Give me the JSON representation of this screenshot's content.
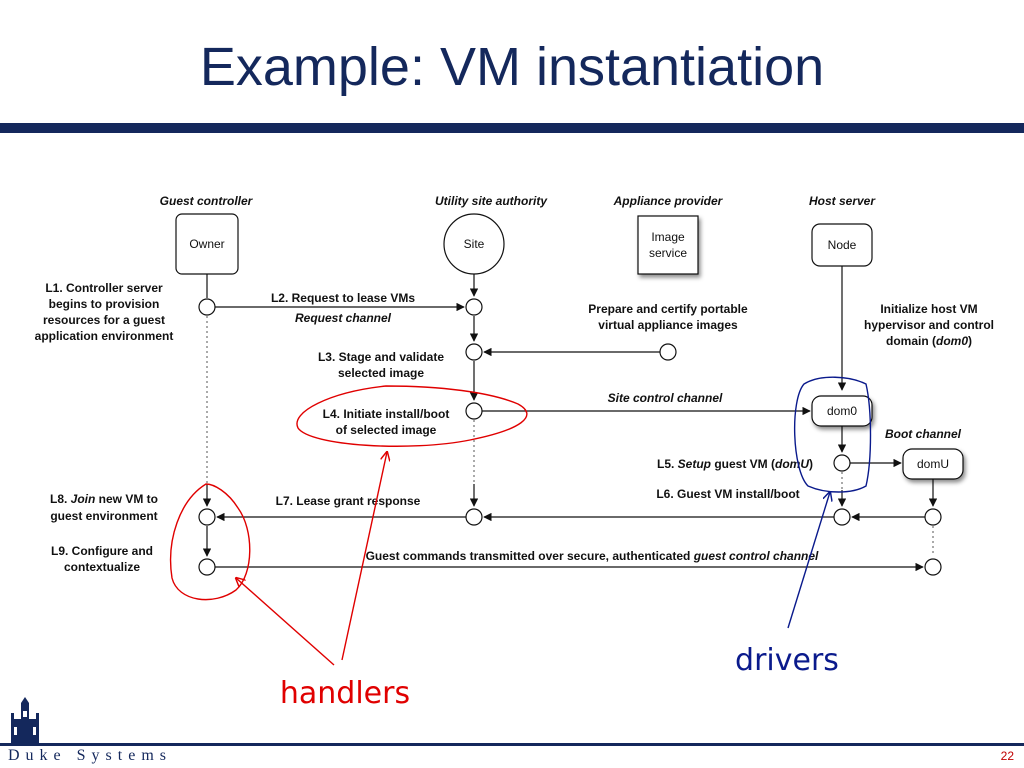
{
  "slide": {
    "title": "Example: VM instantiation",
    "footer_brand": "Duke Systems",
    "page_number": "22"
  },
  "diagram": {
    "columns": {
      "guest_controller": "Guest controller",
      "utility_site_authority": "Utility site authority",
      "appliance_provider": "Appliance provider",
      "host_server": "Host server"
    },
    "nodes": {
      "owner": "Owner",
      "site": "Site",
      "image_service": [
        "Image",
        "service"
      ],
      "node": "Node",
      "dom0": "dom0",
      "domU": "domU"
    },
    "steps": {
      "l1": [
        "L1. Controller server",
        "begins to provision",
        "resources for a guest",
        "application environment"
      ],
      "l2": "L2. Request to lease VMs",
      "l2_channel": "Request channel",
      "prepare": [
        "Prepare and certify portable",
        "virtual appliance images"
      ],
      "init_host": [
        "Initialize host VM",
        "hypervisor and control"
      ],
      "init_host_domain_prefix": "domain (",
      "init_host_domain_em": "dom0",
      "init_host_domain_suffix": ")",
      "l3": [
        "L3. Stage and validate",
        "selected image"
      ],
      "site_control_channel": "Site control channel",
      "l4": [
        "L4. Initiate install/boot",
        "of selected image"
      ],
      "boot_channel": "Boot channel",
      "l5_prefix": "L5. ",
      "l5_em": "Setup",
      "l5_mid": " guest VM (",
      "l5_em2": "domU",
      "l5_suffix": ")",
      "l6": "L6. Guest VM install/boot",
      "l7": "L7. Lease grant response",
      "l8_prefix": "L8. ",
      "l8_em": "Join",
      "l8_suffix": " new VM to",
      "l8_line2": "guest environment",
      "l9": [
        "L9. Configure and",
        "contextualize"
      ],
      "guest_cmd": "Guest commands transmitted over secure, authenticated ",
      "guest_cmd_em": "guest control channel"
    }
  },
  "annotations": {
    "handlers": "handlers",
    "drivers": "drivers",
    "handlers_color": "#e00000",
    "drivers_color": "#0a1a8c"
  }
}
